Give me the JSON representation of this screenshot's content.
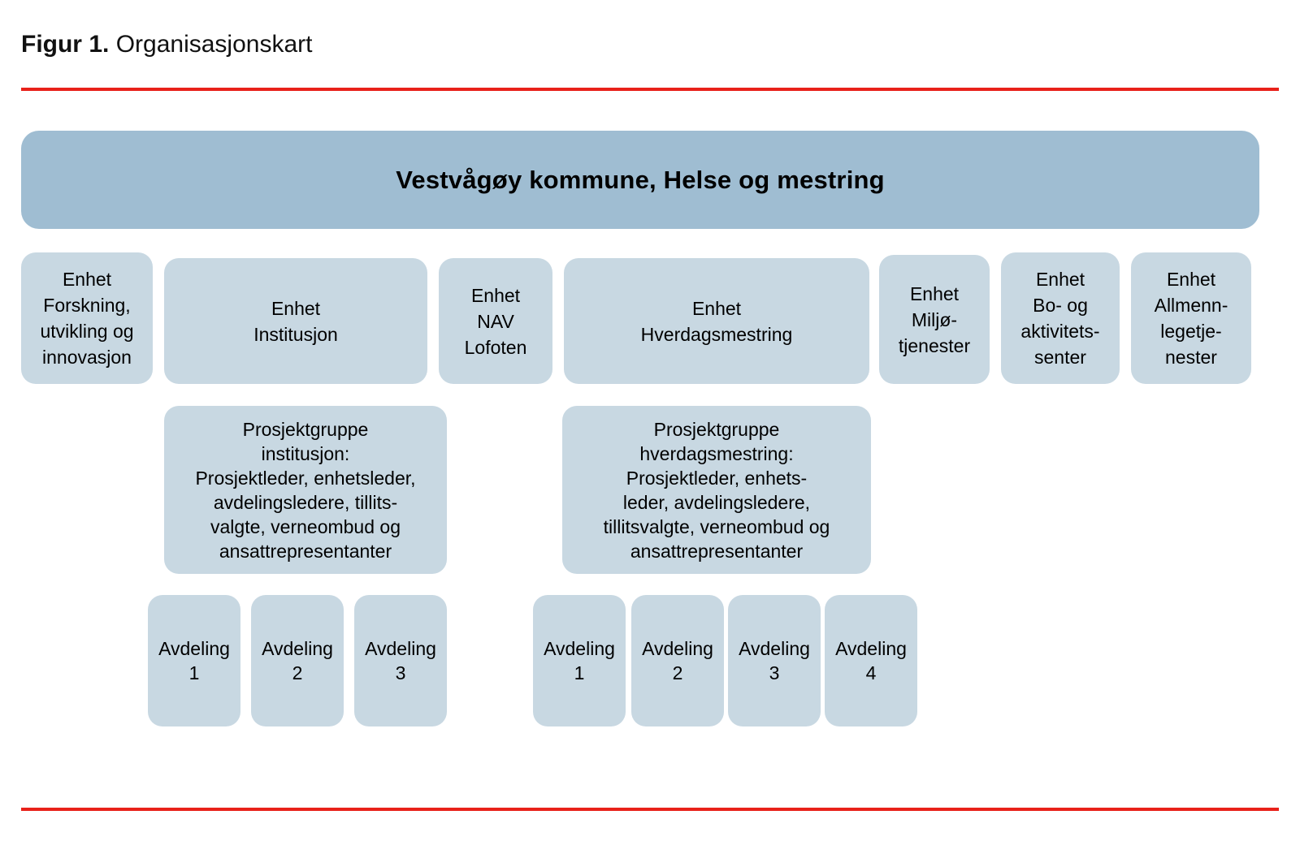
{
  "figure": {
    "number": "Figur 1.",
    "title": "Organisasjonskart",
    "rule_color": "#e8211a"
  },
  "colors": {
    "root_fill": "#9fbdd2",
    "box_fill": "#c8d8e2",
    "text": "#000000",
    "background": "#ffffff"
  },
  "chart_data": {
    "type": "diagram",
    "diagram_kind": "organizational-chart",
    "title": "Organisasjonskart",
    "root": {
      "label": "Vestvågøy kommune, Helse og mestring"
    },
    "units": [
      {
        "label": "Enhet\nForskning,\nutvikling og\ninnovasjon"
      },
      {
        "label": "Enhet\nInstitusjon"
      },
      {
        "label": "Enhet\nNAV\nLofoten"
      },
      {
        "label": "Enhet\nHverdagsmestring"
      },
      {
        "label": "Enhet\nMiljø-\ntjenester"
      },
      {
        "label": "Enhet\nBo- og\naktivitets-\nsenter"
      },
      {
        "label": "Enhet\nAllmenn-\nlegetje-\nnester"
      }
    ],
    "project_groups": [
      {
        "parent": "Enhet Institusjon",
        "label": "Prosjektgruppe\ninstitusjon:\nProsjektleder, enhetsleder,\navdelingsledere, tillits-\nvalgte, verneombud og\nansattrepresentanter"
      },
      {
        "parent": "Enhet Hverdagsmestring",
        "label": "Prosjektgruppe\nhverdagsmestring:\nProsjektleder, enhets-\nleder, avdelingsledere,\ntillitsvalgte, verneombud og\nansattrepresentanter"
      }
    ],
    "departments_institusjon": [
      {
        "label": "Avdeling\n1"
      },
      {
        "label": "Avdeling\n2"
      },
      {
        "label": "Avdeling\n3"
      }
    ],
    "departments_hverdagsmestring": [
      {
        "label": "Avdeling\n1"
      },
      {
        "label": "Avdeling\n2"
      },
      {
        "label": "Avdeling\n3"
      },
      {
        "label": "Avdeling\n4"
      }
    ]
  }
}
